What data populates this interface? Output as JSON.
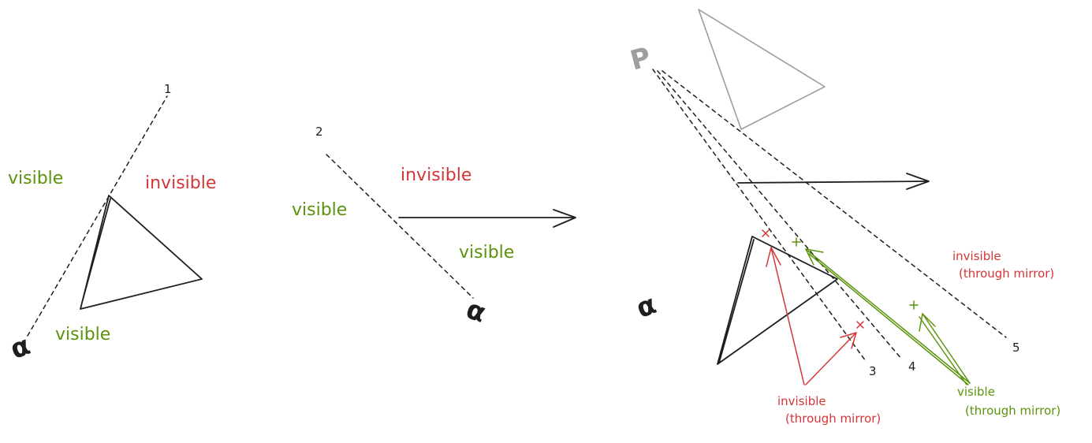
{
  "colors": {
    "ink": "#1e1e1e",
    "visible": "#5c940d",
    "invisible": "#d63535",
    "mirror": "#9e9e9e"
  },
  "eye_glyph": "α",
  "mirror_eye_glyph": "P",
  "panel1": {
    "ray_number": "1",
    "label_visible_left": "visible",
    "label_invisible": "invisible",
    "label_visible_bottom": "visible"
  },
  "panel2": {
    "ray_number": "2",
    "label_visible_left": "visible",
    "label_invisible": "invisible",
    "label_visible_bottom": "visible"
  },
  "panel3": {
    "ray_number_3": "3",
    "ray_number_4": "4",
    "ray_number_5": "5",
    "label_invisible_mirror_right": [
      "invisible",
      "(through mirror)"
    ],
    "label_invisible_mirror_bottom": [
      "invisible",
      "(through mirror)"
    ],
    "label_visible_mirror": [
      "visible",
      "(through mirror)"
    ]
  }
}
